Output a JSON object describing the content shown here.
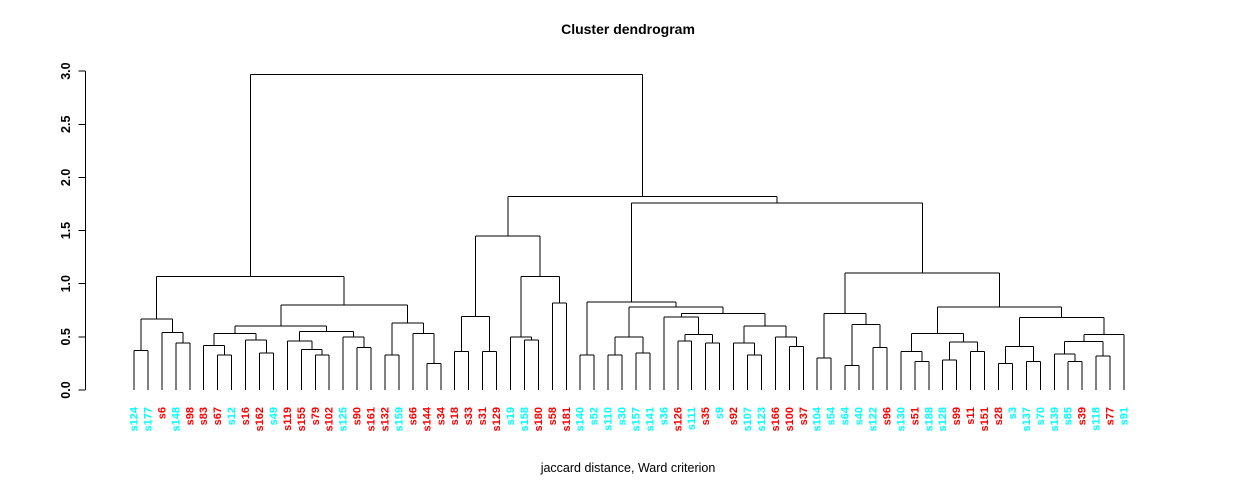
{
  "title": "Cluster dendrogram",
  "caption": "jaccard distance, Ward criterion",
  "chart_data": {
    "type": "dendrogram",
    "title": "Cluster dendrogram",
    "xlabel": "jaccard distance, Ward criterion",
    "ylabel": "",
    "y_axis": {
      "tick_labels": [
        "0.0",
        "0.5",
        "1.0",
        "1.5",
        "2.0",
        "2.5",
        "3.0"
      ],
      "range": [
        0,
        3
      ],
      "grid": false
    },
    "label_colors": {
      "red": "#FF0000",
      "cyan": "#00FFFF"
    },
    "line_color": "#000000",
    "leaves": [
      {
        "label": "s124",
        "color": "cyan"
      },
      {
        "label": "s177",
        "color": "cyan"
      },
      {
        "label": "s6",
        "color": "red"
      },
      {
        "label": "s148",
        "color": "cyan"
      },
      {
        "label": "s98",
        "color": "red"
      },
      {
        "label": "s83",
        "color": "red"
      },
      {
        "label": "s67",
        "color": "red"
      },
      {
        "label": "s12",
        "color": "cyan"
      },
      {
        "label": "s16",
        "color": "red"
      },
      {
        "label": "s162",
        "color": "red"
      },
      {
        "label": "s49",
        "color": "cyan"
      },
      {
        "label": "s119",
        "color": "red"
      },
      {
        "label": "s155",
        "color": "red"
      },
      {
        "label": "s79",
        "color": "red"
      },
      {
        "label": "s102",
        "color": "red"
      },
      {
        "label": "s125",
        "color": "cyan"
      },
      {
        "label": "s90",
        "color": "red"
      },
      {
        "label": "s161",
        "color": "red"
      },
      {
        "label": "s132",
        "color": "red"
      },
      {
        "label": "s159",
        "color": "cyan"
      },
      {
        "label": "s66",
        "color": "red"
      },
      {
        "label": "s144",
        "color": "red"
      },
      {
        "label": "s34",
        "color": "red"
      },
      {
        "label": "s18",
        "color": "red"
      },
      {
        "label": "s33",
        "color": "red"
      },
      {
        "label": "s31",
        "color": "red"
      },
      {
        "label": "s129",
        "color": "red"
      },
      {
        "label": "s19",
        "color": "cyan"
      },
      {
        "label": "s158",
        "color": "cyan"
      },
      {
        "label": "s180",
        "color": "red"
      },
      {
        "label": "s58",
        "color": "red"
      },
      {
        "label": "s181",
        "color": "red"
      },
      {
        "label": "s140",
        "color": "cyan"
      },
      {
        "label": "s52",
        "color": "cyan"
      },
      {
        "label": "s110",
        "color": "cyan"
      },
      {
        "label": "s30",
        "color": "cyan"
      },
      {
        "label": "s157",
        "color": "cyan"
      },
      {
        "label": "s141",
        "color": "cyan"
      },
      {
        "label": "s36",
        "color": "cyan"
      },
      {
        "label": "s126",
        "color": "red"
      },
      {
        "label": "s111",
        "color": "cyan"
      },
      {
        "label": "s35",
        "color": "red"
      },
      {
        "label": "s9",
        "color": "cyan"
      },
      {
        "label": "s92",
        "color": "red"
      },
      {
        "label": "s107",
        "color": "cyan"
      },
      {
        "label": "s123",
        "color": "cyan"
      },
      {
        "label": "s166",
        "color": "red"
      },
      {
        "label": "s100",
        "color": "red"
      },
      {
        "label": "s37",
        "color": "red"
      },
      {
        "label": "s104",
        "color": "cyan"
      },
      {
        "label": "s54",
        "color": "cyan"
      },
      {
        "label": "s64",
        "color": "cyan"
      },
      {
        "label": "s40",
        "color": "cyan"
      },
      {
        "label": "s122",
        "color": "cyan"
      },
      {
        "label": "s96",
        "color": "red"
      },
      {
        "label": "s130",
        "color": "cyan"
      },
      {
        "label": "s51",
        "color": "red"
      },
      {
        "label": "s188",
        "color": "cyan"
      },
      {
        "label": "s128",
        "color": "cyan"
      },
      {
        "label": "s99",
        "color": "red"
      },
      {
        "label": "s11",
        "color": "red"
      },
      {
        "label": "s151",
        "color": "red"
      },
      {
        "label": "s28",
        "color": "red"
      },
      {
        "label": "s3",
        "color": "cyan"
      },
      {
        "label": "s137",
        "color": "cyan"
      },
      {
        "label": "s70",
        "color": "cyan"
      },
      {
        "label": "s139",
        "color": "cyan"
      },
      {
        "label": "s85",
        "color": "cyan"
      },
      {
        "label": "s39",
        "color": "red"
      },
      {
        "label": "s118",
        "color": "cyan"
      },
      {
        "label": "s77",
        "color": "red"
      },
      {
        "label": "s91",
        "color": "cyan"
      }
    ],
    "merge_tree": {
      "h": 2.97,
      "c": [
        {
          "h": 1.07,
          "c": [
            {
              "h": 0.67,
              "c": [
                {
                  "h": 0.37,
                  "c": [
                    0,
                    1
                  ]
                },
                {
                  "h": 0.54,
                  "c": [
                    2,
                    {
                      "h": 0.44,
                      "c": [
                        3,
                        4
                      ]
                    }
                  ]
                }
              ]
            },
            {
              "h": 0.8,
              "c": [
                {
                  "h": 0.6,
                  "c": [
                    {
                      "h": 0.53,
                      "c": [
                        {
                          "h": 0.42,
                          "c": [
                            5,
                            {
                              "h": 0.33,
                              "c": [
                                6,
                                7
                              ]
                            }
                          ]
                        },
                        {
                          "h": 0.47,
                          "c": [
                            8,
                            {
                              "h": 0.35,
                              "c": [
                                9,
                                10
                              ]
                            }
                          ]
                        }
                      ]
                    },
                    {
                      "h": 0.55,
                      "c": [
                        {
                          "h": 0.46,
                          "c": [
                            11,
                            {
                              "h": 0.38,
                              "c": [
                                12,
                                {
                                  "h": 0.33,
                                  "c": [
                                    13,
                                    14
                                  ]
                                }
                              ]
                            }
                          ]
                        },
                        {
                          "h": 0.5,
                          "c": [
                            15,
                            {
                              "h": 0.4,
                              "c": [
                                16,
                                17
                              ]
                            }
                          ]
                        }
                      ]
                    }
                  ]
                },
                {
                  "h": 0.63,
                  "c": [
                    {
                      "h": 0.33,
                      "c": [
                        18,
                        19
                      ]
                    },
                    {
                      "h": 0.53,
                      "c": [
                        20,
                        {
                          "h": 0.25,
                          "c": [
                            21,
                            22
                          ]
                        }
                      ]
                    }
                  ]
                }
              ]
            }
          ]
        },
        {
          "h": 1.82,
          "c": [
            {
              "h": 1.45,
              "c": [
                {
                  "h": 0.69,
                  "c": [
                    {
                      "h": 0.36,
                      "c": [
                        23,
                        24
                      ]
                    },
                    {
                      "h": 0.36,
                      "c": [
                        25,
                        26
                      ]
                    }
                  ]
                },
                {
                  "h": 1.07,
                  "c": [
                    {
                      "h": 0.5,
                      "c": [
                        27,
                        {
                          "h": 0.47,
                          "c": [
                            28,
                            29
                          ]
                        }
                      ]
                    },
                    {
                      "h": 0.82,
                      "c": [
                        30,
                        31
                      ]
                    }
                  ]
                }
              ]
            },
            {
              "h": 1.76,
              "c": [
                {
                  "h": 0.83,
                  "c": [
                    {
                      "h": 0.33,
                      "c": [
                        32,
                        33
                      ]
                    },
                    {
                      "h": 0.78,
                      "c": [
                        {
                          "h": 0.5,
                          "c": [
                            {
                              "h": 0.33,
                              "c": [
                                34,
                                35
                              ]
                            },
                            {
                              "h": 0.35,
                              "c": [
                                36,
                                37
                              ]
                            }
                          ]
                        },
                        {
                          "h": 0.72,
                          "c": [
                            {
                              "h": 0.685,
                              "c": [
                                38,
                                {
                                  "h": 0.52,
                                  "c": [
                                    {
                                      "h": 0.46,
                                      "c": [
                                        39,
                                        40
                                      ]
                                    },
                                    {
                                      "h": 0.44,
                                      "c": [
                                        41,
                                        42
                                      ]
                                    }
                                  ]
                                }
                              ]
                            },
                            {
                              "h": 0.6,
                              "c": [
                                {
                                  "h": 0.44,
                                  "c": [
                                    43,
                                    {
                                      "h": 0.33,
                                      "c": [
                                        44,
                                        45
                                      ]
                                    }
                                  ]
                                },
                                {
                                  "h": 0.5,
                                  "c": [
                                    46,
                                    {
                                      "h": 0.41,
                                      "c": [
                                        47,
                                        48
                                      ]
                                    }
                                  ]
                                }
                              ]
                            }
                          ]
                        }
                      ]
                    }
                  ]
                },
                {
                  "h": 1.1,
                  "c": [
                    {
                      "h": 0.72,
                      "c": [
                        {
                          "h": 0.3,
                          "c": [
                            49,
                            50
                          ]
                        },
                        {
                          "h": 0.615,
                          "c": [
                            {
                              "h": 0.23,
                              "c": [
                                51,
                                52
                              ]
                            },
                            {
                              "h": 0.4,
                              "c": [
                                53,
                                54
                              ]
                            }
                          ]
                        }
                      ]
                    },
                    {
                      "h": 0.78,
                      "c": [
                        {
                          "h": 0.53,
                          "c": [
                            {
                              "h": 0.36,
                              "c": [
                                55,
                                {
                                  "h": 0.27,
                                  "c": [
                                    56,
                                    57
                                  ]
                                }
                              ]
                            },
                            {
                              "h": 0.45,
                              "c": [
                                {
                                  "h": 0.28,
                                  "c": [
                                    58,
                                    59
                                  ]
                                },
                                {
                                  "h": 0.36,
                                  "c": [
                                    60,
                                    61
                                  ]
                                }
                              ]
                            }
                          ]
                        },
                        {
                          "h": 0.68,
                          "c": [
                            {
                              "h": 0.41,
                              "c": [
                                {
                                  "h": 0.25,
                                  "c": [
                                    62,
                                    63
                                  ]
                                },
                                {
                                  "h": 0.27,
                                  "c": [
                                    64,
                                    65
                                  ]
                                }
                              ]
                            },
                            {
                              "h": 0.52,
                              "c": [
                                {
                                  "h": 0.455,
                                  "c": [
                                    {
                                      "h": 0.34,
                                      "c": [
                                        66,
                                        {
                                          "h": 0.27,
                                          "c": [
                                            67,
                                            68
                                          ]
                                        }
                                      ]
                                    },
                                    {
                                      "h": 0.32,
                                      "c": [
                                        69,
                                        70
                                      ]
                                    }
                                  ]
                                },
                                71
                              ]
                            }
                          ]
                        }
                      ]
                    }
                  ]
                }
              ]
            }
          ]
        }
      ]
    }
  }
}
